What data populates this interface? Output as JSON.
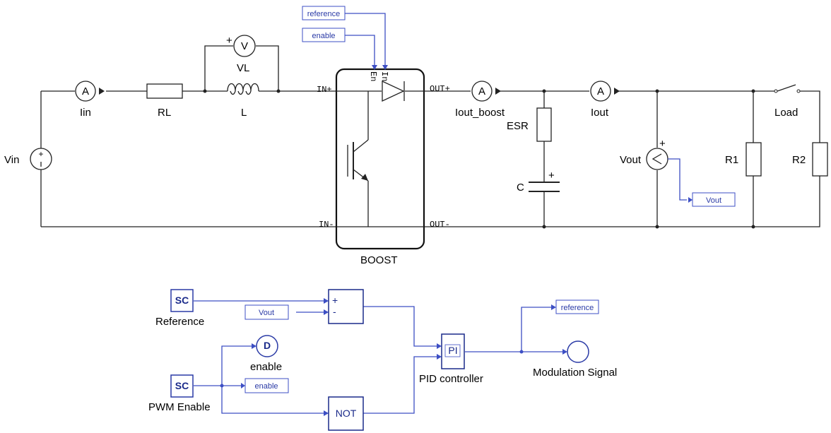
{
  "circuit": {
    "source": {
      "name": "Vin"
    },
    "ammeters": [
      "Iin",
      "Iout_boost",
      "Iout"
    ],
    "resistor_rl": "RL",
    "inductor": "L",
    "voltmeter_vl": "VL",
    "esr": "ESR",
    "capacitor": "C",
    "voltmeter_vout": "Vout",
    "r1": "R1",
    "r2": "R2",
    "switch": "Load",
    "boost": {
      "name": "BOOST",
      "ports": {
        "in_plus": "IN+",
        "in_minus": "IN-",
        "out_plus": "OUT+",
        "out_minus": "OUT-",
        "en": "En",
        "in": "In"
      }
    },
    "meter_glyphs": {
      "ammeter": "A",
      "voltmeter": "V",
      "plus": "+"
    },
    "tags": {
      "reference": "reference",
      "enable": "enable",
      "vout": "Vout"
    }
  },
  "control": {
    "sc_reference": {
      "glyph": "SC",
      "label": "Reference"
    },
    "sc_pwm": {
      "glyph": "SC",
      "label": "PWM Enable"
    },
    "sum": {
      "plus": "+",
      "minus": "-"
    },
    "vout_tag": "Vout",
    "display": {
      "glyph": "D",
      "label": "enable"
    },
    "enable_tag": "enable",
    "not_block": "NOT",
    "pid": {
      "glyph": "PI",
      "label": "PID controller"
    },
    "reference_tag": "reference",
    "scope": {
      "label": "Modulation Signal"
    }
  },
  "colors": {
    "wire": "#222222",
    "signal": "#3d4fc4",
    "block_text": "#1a2a8a"
  }
}
